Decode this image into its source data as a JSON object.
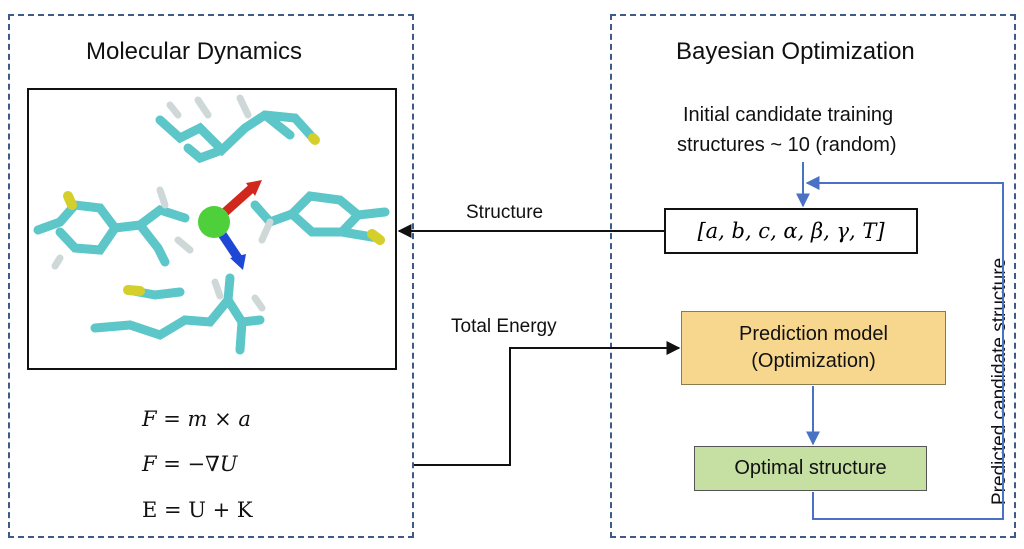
{
  "md_panel": {
    "title": "Molecular Dynamics",
    "equations": [
      "F = m × a",
      "F = −∇U",
      "E = U + K"
    ]
  },
  "bo_panel": {
    "title": "Bayesian Optimization",
    "initial_line1": "Initial candidate training",
    "initial_line2": "structures ~ 10 (random)",
    "params": "[a, b, c, α, β, γ, T]",
    "prediction_line1": "Prediction model",
    "prediction_line2": "(Optimization)",
    "optimal": "Optimal structure",
    "loop_label": "Predicted candidate structure"
  },
  "arrows": {
    "structure": "Structure",
    "total_energy": "Total Energy"
  },
  "colors": {
    "panel_border": "#3d5a88",
    "loop_arrow": "#4a72c4",
    "prediction_fill": "#f7d78e",
    "optimal_fill": "#c6dfa3",
    "molecule": "#5cc6c8",
    "halogen": "#d4cf2a",
    "atom_center": "#4dd03a",
    "vector_red": "#d0281c",
    "vector_blue": "#1f47d6"
  }
}
